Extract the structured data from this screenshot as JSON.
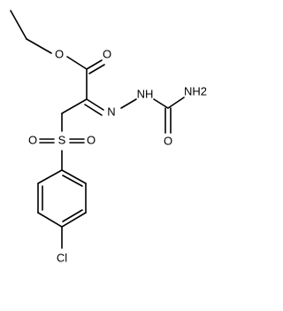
{
  "structure": {
    "atom_labels": {
      "ester_o": "O",
      "carbonyl_o": "O",
      "nh_hydrazone": "NH",
      "n_imine": "N",
      "nh2": "NH2",
      "urea_o": "O",
      "s": "S",
      "so_left": "O",
      "so_right": "O",
      "cl": "Cl"
    },
    "colors": {
      "bond": "#000000",
      "text": "#000000",
      "background": "#ffffff"
    }
  }
}
